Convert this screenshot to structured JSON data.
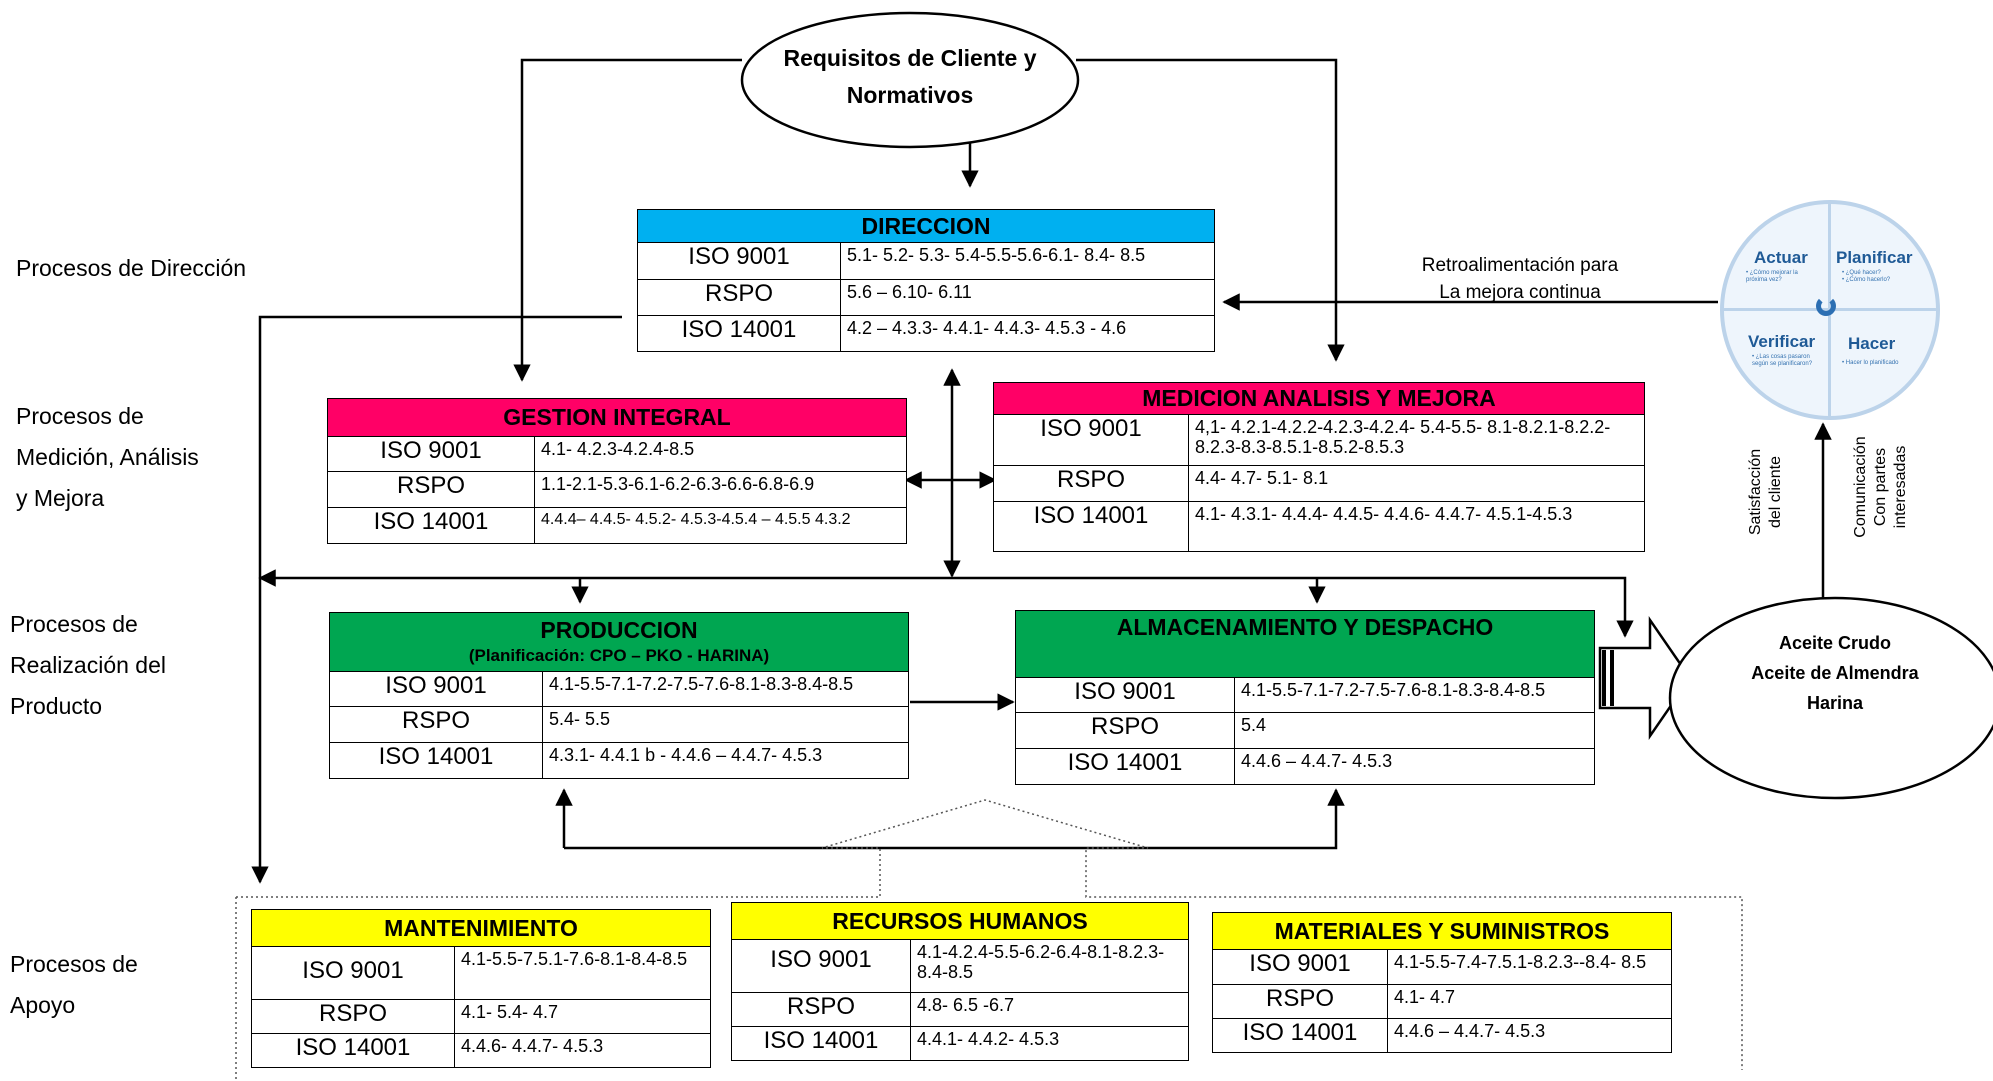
{
  "top_ellipse": {
    "line1": "Requisitos de Cliente y",
    "line2": "Normativos"
  },
  "output_ellipse": {
    "line1": "Aceite Crudo",
    "line2": "Aceite de Almendra",
    "line3": "Harina"
  },
  "left_labels": {
    "direccion": "Procesos de Dirección",
    "medicion": "Procesos de\nMedición, Análisis\ny  Mejora",
    "realizacion": "Procesos de\nRealización del\nProducto",
    "apoyo": "Procesos de\n    Apoyo"
  },
  "feedback": {
    "line1": "Retroalimentación para",
    "line2": "La mejora continua"
  },
  "vertical_labels": {
    "satisfaccion": "Satisfacción\ndel cliente",
    "comunicacion": "Comunicación\nCon  partes\ninteresadas"
  },
  "pdca": {
    "actuar": "Actuar",
    "actuar_sub": "• ¿Cómo mejorar la próxima vez?",
    "planificar": "Planificar",
    "planificar_sub": "• ¿Qué hacer?\n• ¿Cómo hacerlo?",
    "verificar": "Verificar",
    "verificar_sub": "• ¿Las cosas pasaron según se planificaron?",
    "hacer": "Hacer",
    "hacer_sub": "• Hacer lo planificado"
  },
  "colors": {
    "direccion": "#00b0f0",
    "medicion": "#ff0066",
    "produccion": "#00a651",
    "apoyo": "#ffff00"
  },
  "boxes": {
    "direccion": {
      "title": "DIRECCION",
      "rows": [
        {
          "k": "ISO 9001",
          "v": "5.1- 5.2- 5.3- 5.4-5.5-5.6-6.1- 8.4- 8.5"
        },
        {
          "k": "RSPO",
          "v": "5.6 – 6.10- 6.11"
        },
        {
          "k": "ISO 14001",
          "v": "4.2 – 4.3.3- 4.4.1- 4.4.3- 4.5.3 - 4.6"
        }
      ]
    },
    "gestion": {
      "title": "GESTION INTEGRAL",
      "rows": [
        {
          "k": "ISO 9001",
          "v": "4.1- 4.2.3-4.2.4-8.5"
        },
        {
          "k": "RSPO",
          "v": "1.1-2.1-5.3-6.1-6.2-6.3-6.6-6.8-6.9"
        },
        {
          "k": "ISO 14001",
          "v": "4.4.4– 4.4.5- 4.5.2- 4.5.3-4.5.4 – 4.5.5 4.3.2"
        }
      ]
    },
    "medicion": {
      "title": "MEDICION ANALISIS Y MEJORA",
      "rows": [
        {
          "k": "ISO 9001",
          "v": "4,1- 4.2.1-4.2.2-4.2.3-4.2.4- 5.4-5.5- 8.1-8.2.1-8.2.2-8.2.3-8.3-8.5.1-8.5.2-8.5.3"
        },
        {
          "k": "RSPO",
          "v": "4.4- 4.7- 5.1- 8.1"
        },
        {
          "k": "ISO 14001",
          "v": "4.1- 4.3.1- 4.4.4- 4.4.5- 4.4.6- 4.4.7- 4.5.1-4.5.3"
        }
      ]
    },
    "produccion": {
      "title": "PRODUCCION",
      "subtitle": "(Planificación: CPO – PKO - HARINA)",
      "rows": [
        {
          "k": "ISO 9001",
          "v": "4.1-5.5-7.1-7.2-7.5-7.6-8.1-8.3-8.4-8.5"
        },
        {
          "k": "RSPO",
          "v": "5.4- 5.5"
        },
        {
          "k": "ISO 14001",
          "v": "4.3.1- 4.4.1 b - 4.4.6 – 4.4.7- 4.5.3"
        }
      ]
    },
    "almacen": {
      "title": "ALMACENAMIENTO Y DESPACHO",
      "rows": [
        {
          "k": "ISO 9001",
          "v": "4.1-5.5-7.1-7.2-7.5-7.6-8.1-8.3-8.4-8.5"
        },
        {
          "k": "RSPO",
          "v": "5.4"
        },
        {
          "k": "ISO 14001",
          "v": "4.4.6 – 4.4.7- 4.5.3"
        }
      ]
    },
    "mantenimiento": {
      "title": "MANTENIMIENTO",
      "rows": [
        {
          "k": "ISO 9001",
          "v": "4.1-5.5-7.5.1-7.6-8.1-8.4-8.5"
        },
        {
          "k": "RSPO",
          "v": "4.1- 5.4- 4.7"
        },
        {
          "k": "ISO 14001",
          "v": "4.4.6- 4.4.7- 4.5.3"
        }
      ]
    },
    "rrhh": {
      "title": "RECURSOS HUMANOS",
      "rows": [
        {
          "k": "ISO 9001",
          "v": "4.1-4.2.4-5.5-6.2-6.4-8.1-8.2.3-8.4-8.5"
        },
        {
          "k": "RSPO",
          "v": "4.8- 6.5 -6.7"
        },
        {
          "k": "ISO 14001",
          "v": "4.4.1- 4.4.2- 4.5.3"
        }
      ]
    },
    "materiales": {
      "title": "MATERIALES Y SUMINISTROS",
      "rows": [
        {
          "k": "ISO 9001",
          "v": "4.1-5.5-7.4-7.5.1-8.2.3--8.4- 8.5"
        },
        {
          "k": "RSPO",
          "v": "4.1- 4.7"
        },
        {
          "k": "ISO 14001",
          "v": "4.4.6 – 4.4.7- 4.5.3"
        }
      ]
    }
  }
}
